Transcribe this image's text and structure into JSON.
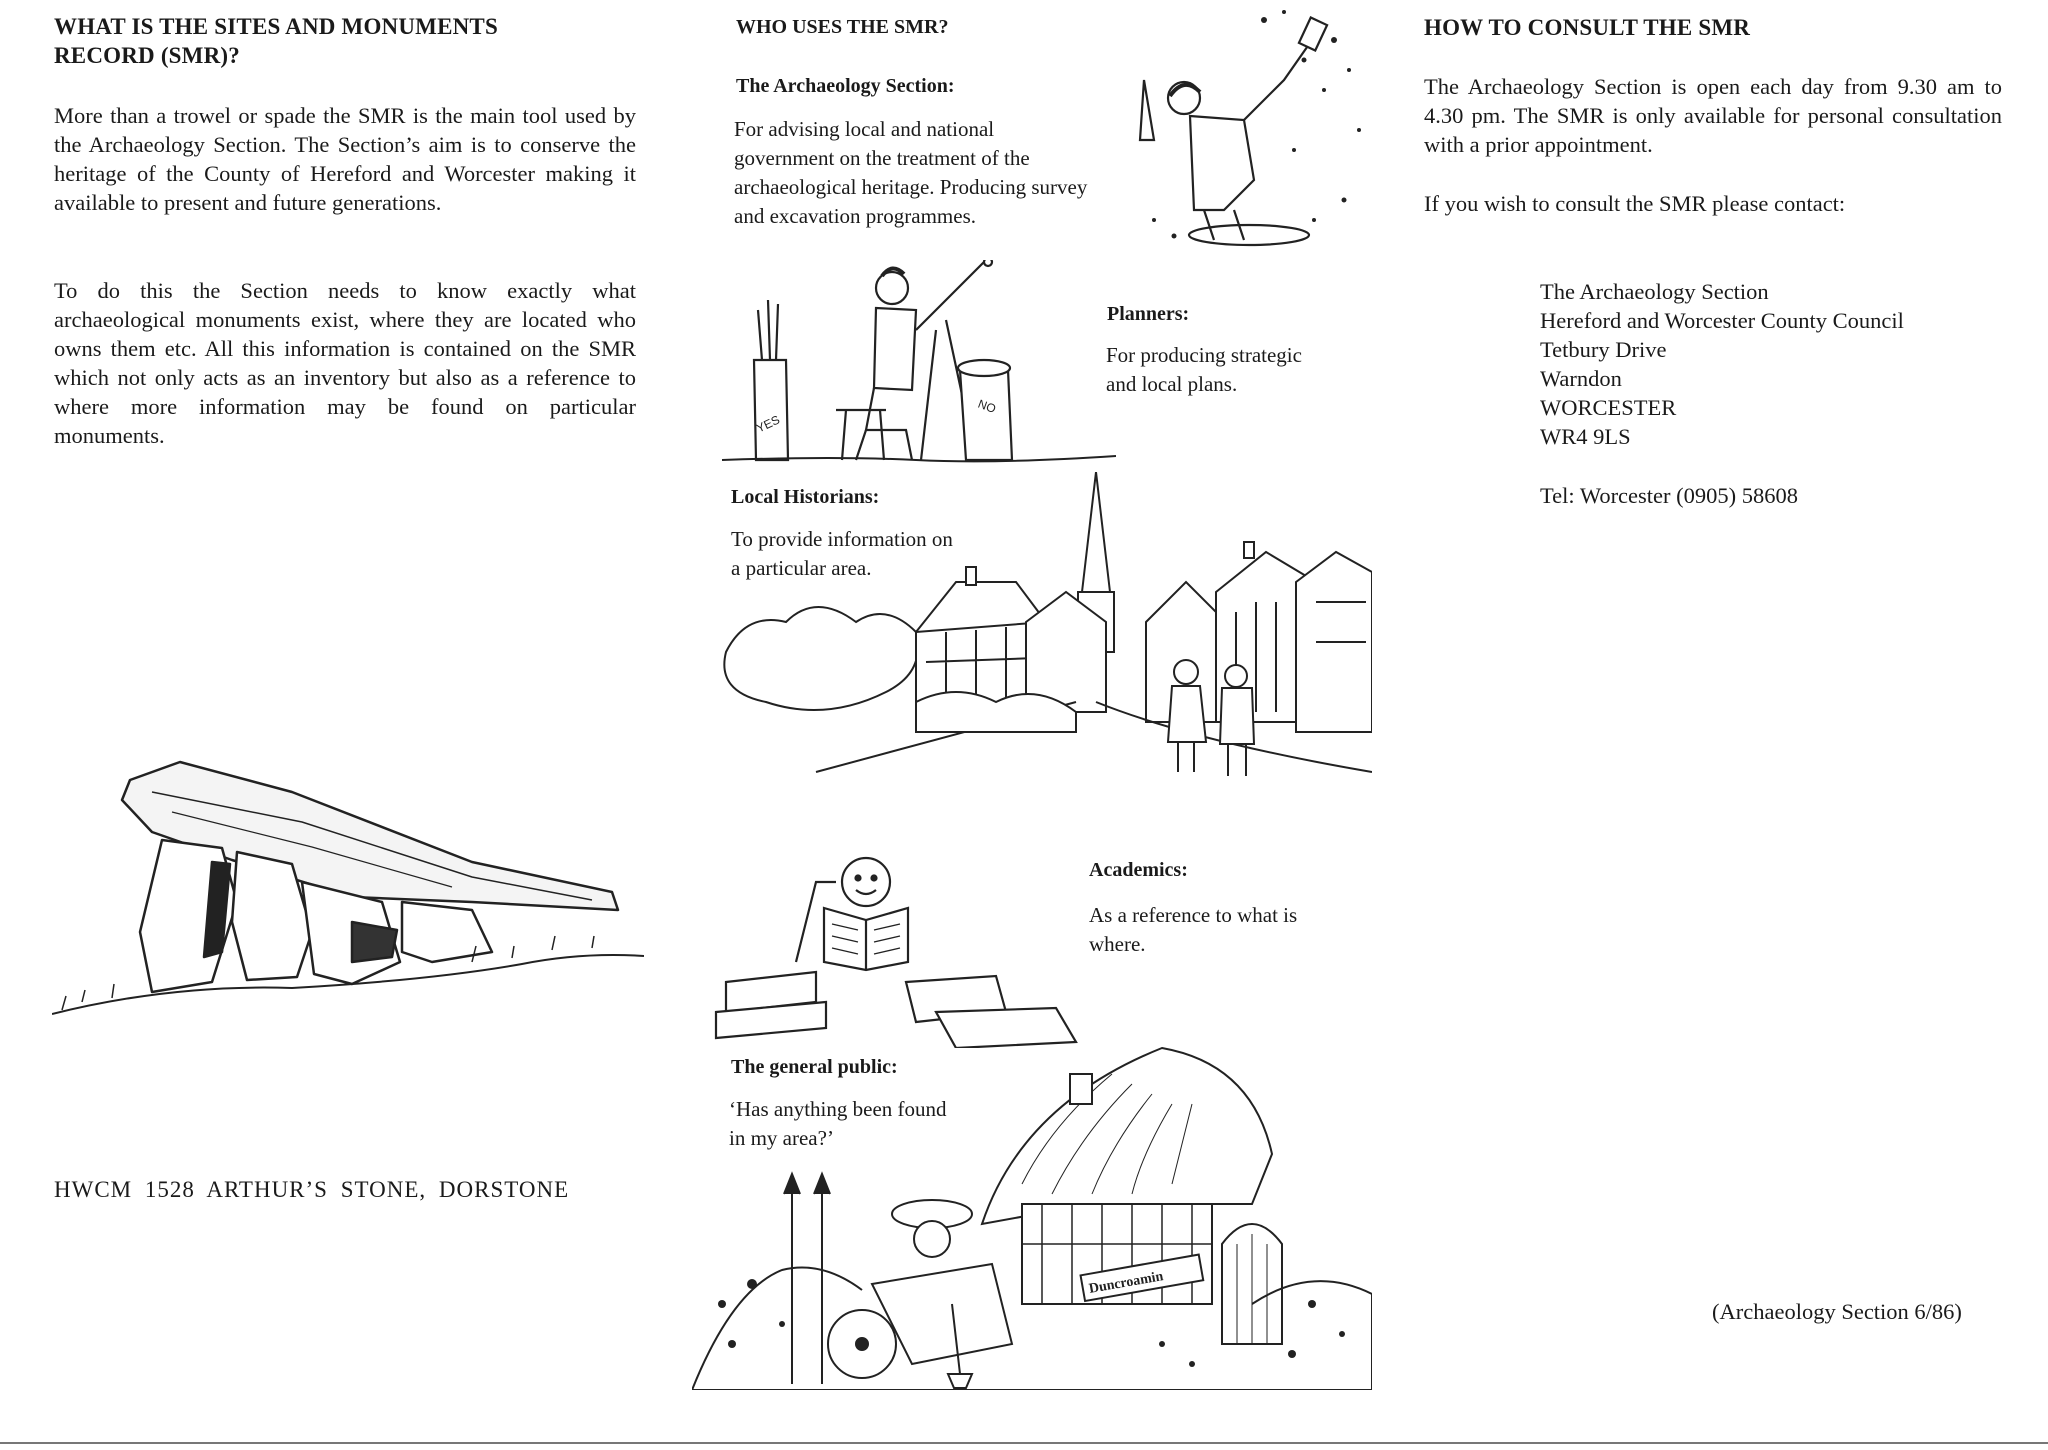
{
  "left": {
    "title_line1": "WHAT IS THE SITES AND MONUMENTS",
    "title_line2": "RECORD (SMR)?",
    "para1": "More than a trowel or spade the SMR is the main tool used by the Archaeology Section. The Section’s aim is to conserve the heritage of the County of Hereford and Worcester making it available to present and future generations.",
    "para2": "To do this the Section needs to know exactly what archaeological monuments exist, where they are located who owns them etc. All this information is contained on the SMR which not only acts as an inventory but also as a reference to where more information may be found on particular monuments.",
    "caption": "HWCM 1528 ARTHUR’S STONE, DORSTONE"
  },
  "middle": {
    "title": "WHO USES THE SMR?",
    "archaeology_heading": "The Archaeology Section:",
    "archaeology_text": "For advising local and national government on the treatment of the archaeological heritage. Producing survey and excavation programmes.",
    "planners_heading": "Planners:",
    "planners_text_line1": "For producing strategic",
    "planners_text_line2": "and local plans.",
    "historians_heading": "Local Historians:",
    "historians_text_line1": "To provide information on",
    "historians_text_line2": "a particular area.",
    "academics_heading": "Academics:",
    "academics_text_line1": "As a reference to what is",
    "academics_text_line2": "where.",
    "public_heading": "The general public:",
    "public_text_line1": "‘Has anything been found",
    "public_text_line2": "in my area?’",
    "bin_label_yes": "YES",
    "bin_label_no": "NO",
    "cottage_sign": "Duncroamin"
  },
  "right": {
    "title": "HOW TO CONSULT THE SMR",
    "para1": "The Archaeology Section is open each day from 9.30 am to 4.30 pm. The SMR is only available for personal consultation with a prior appointment.",
    "para2": "If you wish to consult the SMR please contact:",
    "address": [
      "The Archaeology Section",
      "Hereford and Worcester County Council",
      "Tetbury Drive",
      "Warndon",
      "WORCESTER",
      "WR4 9LS"
    ],
    "tel": "Tel: Worcester (0905) 58608",
    "footer_note": "(Archaeology Section 6/86)"
  }
}
